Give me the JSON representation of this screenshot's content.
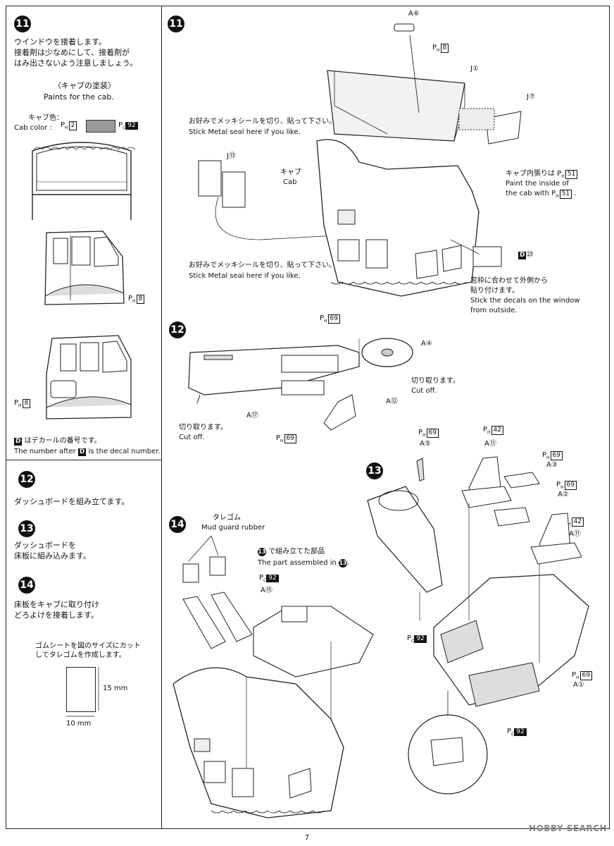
{
  "left_panel": {
    "step11": {
      "num": "11",
      "jp": [
        "ウインドウを接着します。",
        "接着剤は少なめにして、接着剤が",
        "はみ出さないよう注意しましょう。"
      ],
      "paint_title_jp": "〈キャブの塗装〉",
      "paint_title_en": "Paints for the cab.",
      "cab_color_jp": "キャブ色：",
      "cab_color_en": "Cab color :",
      "ph_code": "2",
      "pc_code": "92",
      "ph8_a": "8",
      "ph8_b": "8"
    },
    "decal_note_jp": "はデカールの番号です。",
    "decal_note_en_a": "The number after",
    "decal_note_en_b": "is the decal number.",
    "d_chip": "D",
    "step12": {
      "num": "12",
      "jp": "ダッシュボードを組み立てます。"
    },
    "step13": {
      "num": "13",
      "jp": [
        "ダッシュボードを",
        "床板に組み込みます。"
      ]
    },
    "step14": {
      "num": "14",
      "jp": [
        "床板をキャブに取り付け",
        "どろよけを接着します。"
      ]
    },
    "rubber_note_jp": [
      "ゴムシートを図のサイズにカット",
      "してタレゴムを作成します。"
    ],
    "dim_h": "15 mm",
    "dim_w": "10 mm"
  },
  "right_panel": {
    "s11": {
      "num": "11",
      "a6": "A",
      "a6n": "⑥",
      "ph8": "8",
      "j1": "J",
      "j1n": "①",
      "j7": "J",
      "j7n": "⑦",
      "j13": "J",
      "j13n": "⑬",
      "metal1_jp": "お好みでメッキシールを切り、貼って下さい。",
      "metal1_en": "Stick Metal seal here if you like.",
      "metal2_jp": "お好みでメッキシールを切り、貼って下さい。",
      "metal2_en": "Stick Metal seal here if you like.",
      "cab_jp": "キャブ",
      "cab_en": "Cab",
      "inside_jp": "キャブ内張りは",
      "inside_en1": "Paint the inside of",
      "inside_en2": "the cab with",
      "ph51": "51",
      "d23": "㉓",
      "win_jp1": "窓枠に合わせて外側から",
      "win_jp2": "貼り付けます。",
      "win_en1": "Stick the decals on the window",
      "win_en2": "from outside."
    },
    "s12": {
      "num": "12",
      "ph69": "69",
      "a4": "④",
      "a17": "⑰",
      "a12": "⑫",
      "cut_jp": "切り取ります。",
      "cut_en": "Cut off.",
      "cut2_jp": "切り取ります。",
      "cut2_en": "Cut off.",
      "ph69b": "69"
    },
    "s13": {
      "num": "13",
      "ph69a": "69",
      "a5": "⑤",
      "ph42a": "42",
      "a11a": "⑪",
      "ph69b": "69",
      "a3": "③",
      "ph69c": "69",
      "a2": "②",
      "ph42b": "42",
      "a11b": "⑪",
      "pc92a": "92",
      "ph69d": "69",
      "a1": "①",
      "pc92b": "92"
    },
    "s14": {
      "num": "14",
      "rubber_jp": "タレゴム",
      "rubber_en": "Mud guard rubber",
      "part13_jp": "で組み立てた部品",
      "part13_en": "The part assembled in",
      "pc92": "92",
      "a15": "⑮"
    }
  },
  "footer": {
    "page": "7",
    "watermark": "HOBBY SEARCH"
  }
}
